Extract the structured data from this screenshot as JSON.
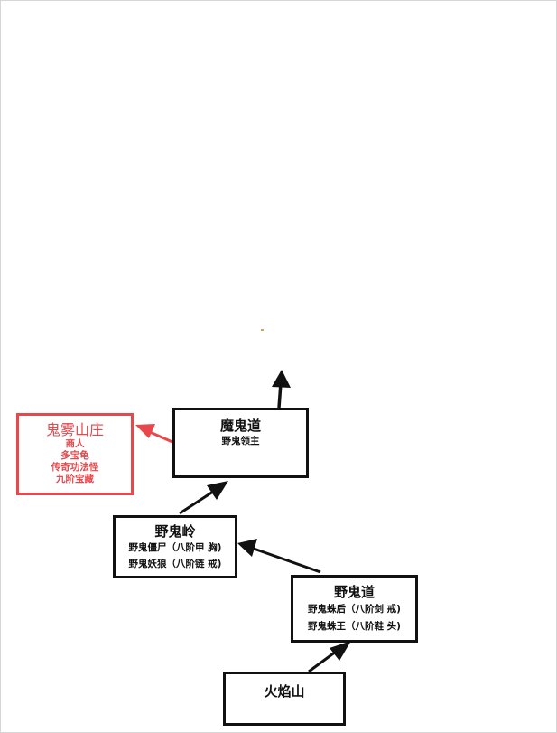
{
  "colors": {
    "line": "#111111",
    "accent": "#e8474b"
  },
  "nodes": {
    "mogui": {
      "title": "魔鬼道",
      "lines": [
        "野鬼领主"
      ]
    },
    "guiwu": {
      "title": "鬼雾山庄",
      "lines": [
        "商人",
        "多宝龟",
        "传奇功法怪",
        "九阶宝藏"
      ]
    },
    "yeguiling": {
      "title": "野鬼岭",
      "lines": [
        "野鬼僵尸（八阶甲  胸)",
        "野鬼妖狼（八阶链  戒)"
      ]
    },
    "yeguidao": {
      "title": "野鬼道",
      "lines": [
        "野鬼蛛后（八阶剑  戒)",
        "野鬼蛛王（八阶鞋  头)"
      ]
    },
    "huoyan": {
      "title": "火焰山",
      "lines": []
    }
  }
}
